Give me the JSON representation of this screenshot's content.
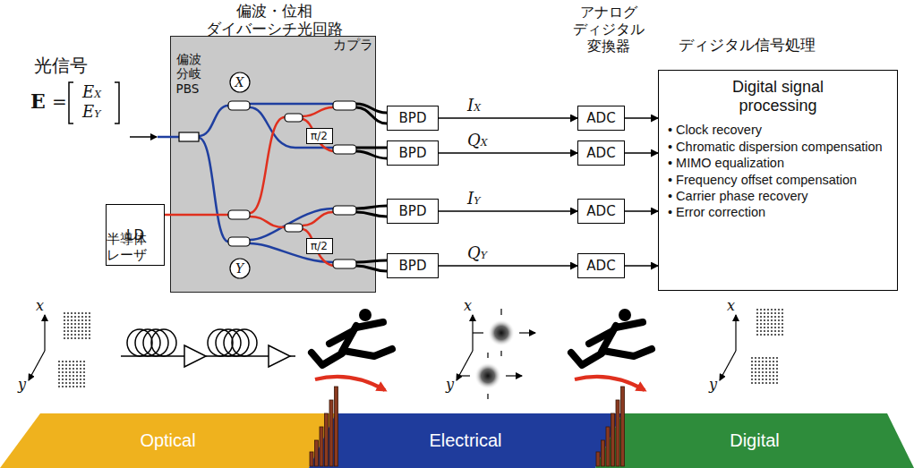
{
  "diagram": {
    "nodes": [
      {
        "text": [
          "偏波・位相 ダイバーシチ光回路"
        ]
      },
      {
        "text": [
          "偏波 分岐 PBS"
        ],
        "in": 0
      },
      {
        "text": [
          "X"
        ],
        "in": 0
      },
      {
        "text": [
          "π/2"
        ],
        "in": 0
      },
      {
        "text": [
          "Y"
        ],
        "in": 0
      },
      {
        "text": [
          "π/2"
        ],
        "in": 0
      },
      {
        "text": [
          "LD",
          "半導体 レーザ"
        ]
      },
      {
        "text": [
          "BPD"
        ]
      },
      {
        "text": [
          "BPD"
        ]
      },
      {
        "text": [
          "BPD"
        ]
      },
      {
        "text": [
          "BPD"
        ]
      },
      {
        "text": [
          "ADC"
        ]
      },
      {
        "text": [
          "ADC"
        ]
      },
      {
        "text": [
          "ADC"
        ]
      },
      {
        "text": [
          "ADC"
        ]
      },
      {
        "text": [
          "ディジタル信号処理",
          "Digital signal processing",
          "• Clock recovery",
          "• Chromatic dispersion compensation",
          "• MIMO equalization",
          "• Frequency offset compensation",
          "• Carrier phase recovery",
          "• Error correction"
        ]
      },
      {
        "text": [
          "Optical"
        ]
      },
      {
        "text": [
          "Electrical"
        ]
      },
      {
        "text": [
          "Digital"
        ]
      }
    ],
    "edges": [
      {
        "from": 7,
        "to": 11,
        "arrow": "to",
        "label": "IX"
      },
      {
        "from": 8,
        "to": 12,
        "arrow": "to",
        "label": "QX"
      },
      {
        "from": 9,
        "to": 13,
        "arrow": "to",
        "label": "IY"
      },
      {
        "from": 10,
        "to": 14,
        "arrow": "to",
        "label": "QY"
      },
      {
        "from": 11,
        "to": 15,
        "arrow": "to"
      },
      {
        "from": 12,
        "to": 15,
        "arrow": "to"
      },
      {
        "from": 13,
        "to": 15,
        "arrow": "to"
      },
      {
        "from": 14,
        "to": 15,
        "arrow": "to"
      }
    ],
    "labels": [
      "光信号",
      "E",
      "=",
      "EX",
      "EY",
      "カプラ",
      "アナログ ディジタル 変換器",
      "x",
      "y",
      "x",
      "y",
      "x",
      "y"
    ]
  }
}
